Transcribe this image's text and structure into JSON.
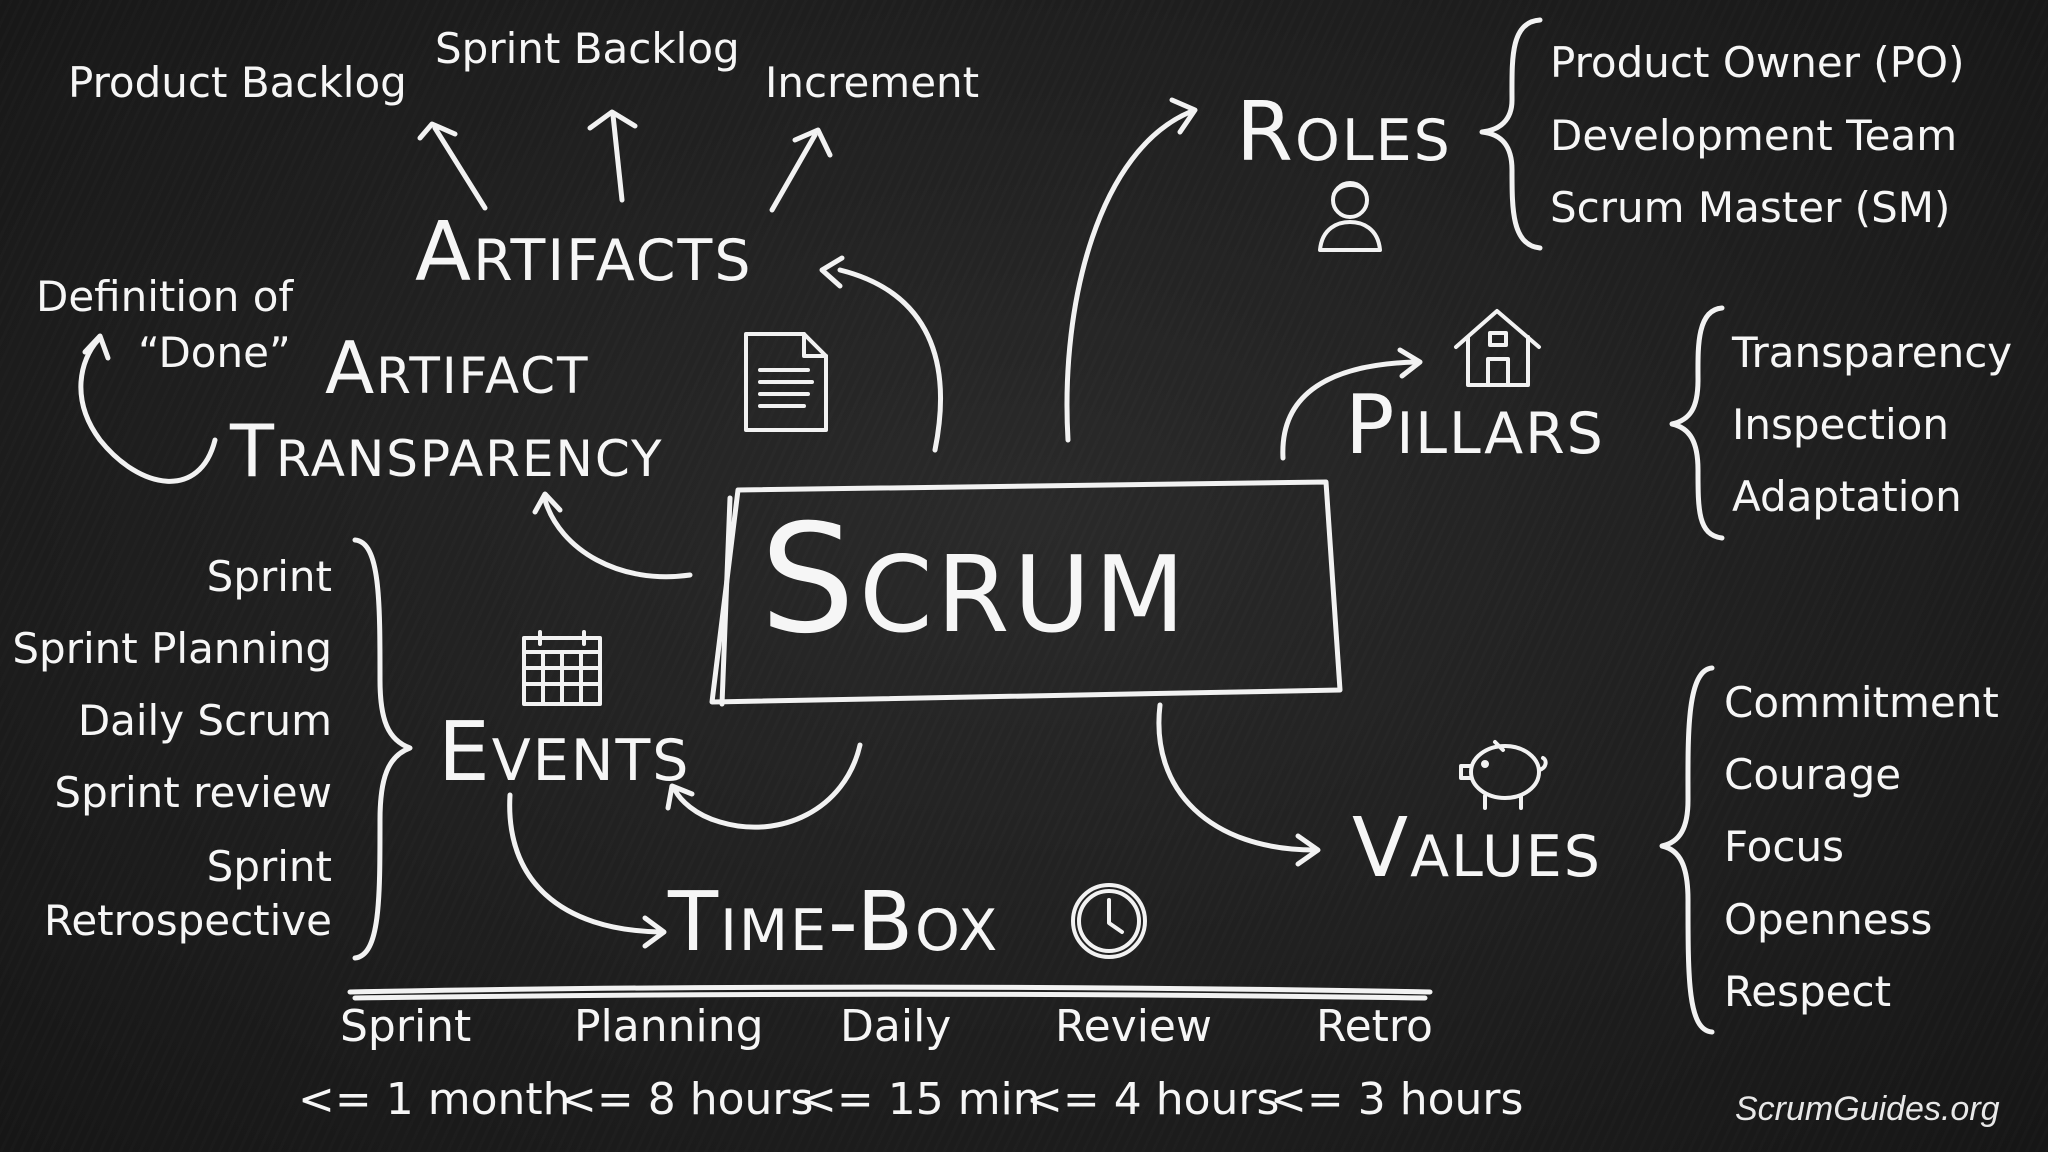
{
  "center": {
    "title": "Scrum"
  },
  "artifacts": {
    "heading": "Artifacts",
    "items": [
      "Product Backlog",
      "Sprint Backlog",
      "Increment"
    ]
  },
  "artifact_transparency": {
    "line1": "Artifact",
    "line2": "Transparency",
    "dod_line1": "Definition of",
    "dod_line2": "“Done”"
  },
  "roles": {
    "heading": "Roles",
    "items": [
      "Product Owner (PO)",
      "Development Team",
      "Scrum Master (SM)"
    ]
  },
  "pillars": {
    "heading": "Pillars",
    "items": [
      "Transparency",
      "Inspection",
      "Adaptation"
    ]
  },
  "values": {
    "heading": "Values",
    "items": [
      "Commitment",
      "Courage",
      "Focus",
      "Openness",
      "Respect"
    ]
  },
  "events": {
    "heading": "Events",
    "items": [
      "Sprint",
      "Sprint Planning",
      "Daily Scrum",
      "Sprint review",
      "Sprint",
      "Retrospective"
    ]
  },
  "timebox": {
    "heading": "Time-Box",
    "columns": [
      {
        "name": "Sprint",
        "limit": "<= 1 month"
      },
      {
        "name": "Planning",
        "limit": "<= 8 hours"
      },
      {
        "name": "Daily",
        "limit": "<= 15 min"
      },
      {
        "name": "Review",
        "limit": "<= 4 hours"
      },
      {
        "name": "Retro",
        "limit": "<= 3 hours"
      }
    ]
  },
  "watermark": "ScrumGuides.org",
  "icons": {
    "roles": "person-icon",
    "pillars": "house-icon",
    "values": "piggy-bank-icon",
    "artifacts": "document-icon",
    "events": "calendar-icon",
    "timebox": "clock-icon"
  },
  "colors": {
    "background": "#1f1f1f",
    "chalk": "#f4f4f4"
  }
}
